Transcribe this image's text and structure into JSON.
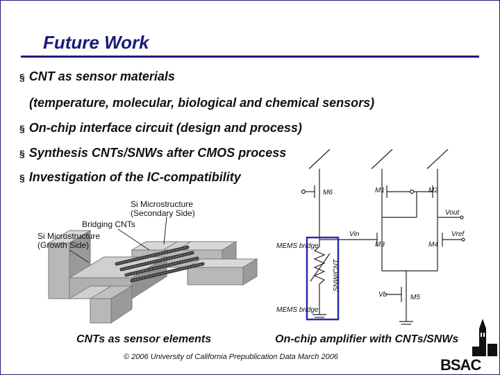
{
  "slide": {
    "title": "Future Work",
    "bullets": [
      "CNT as sensor materials",
      "On-chip interface circuit (design and process)",
      "Synthesis CNTs/SNWs after CMOS process",
      "Investigation of the IC-compatibility"
    ],
    "bullet_marker": "§",
    "sub_bullet": "(temperature, molecular, biological and chemical sensors)",
    "left_figure": {
      "caption": "CNTs as sensor elements",
      "labels": {
        "si_secondary_line1": "Si Microstructure",
        "si_secondary_line2": "(Secondary Side)",
        "bridging": "Bridging CNTs",
        "si_growth_line1": "Si Microstructure",
        "si_growth_line2": "(Growth Side)"
      }
    },
    "right_figure": {
      "caption": "On-chip amplifier with CNTs/SNWs",
      "labels": {
        "m6": "M6",
        "m1": "M1",
        "m2": "M2",
        "m3": "M3",
        "m4": "M4",
        "m5": "M5",
        "vout": "Vout",
        "vin": "Vin",
        "vref": "Vref",
        "vb": "Vb",
        "mems_top": "MEMS bridge",
        "mems_bottom": "MEMS bridge",
        "sensor": "SNW/CNT"
      }
    },
    "footer": "© 2006 University of California   Prepublication Data March 2006",
    "logo_text": "BSAC",
    "colors": {
      "title": "#1a1a7a",
      "highlight_box": "#2a2ab0"
    }
  }
}
